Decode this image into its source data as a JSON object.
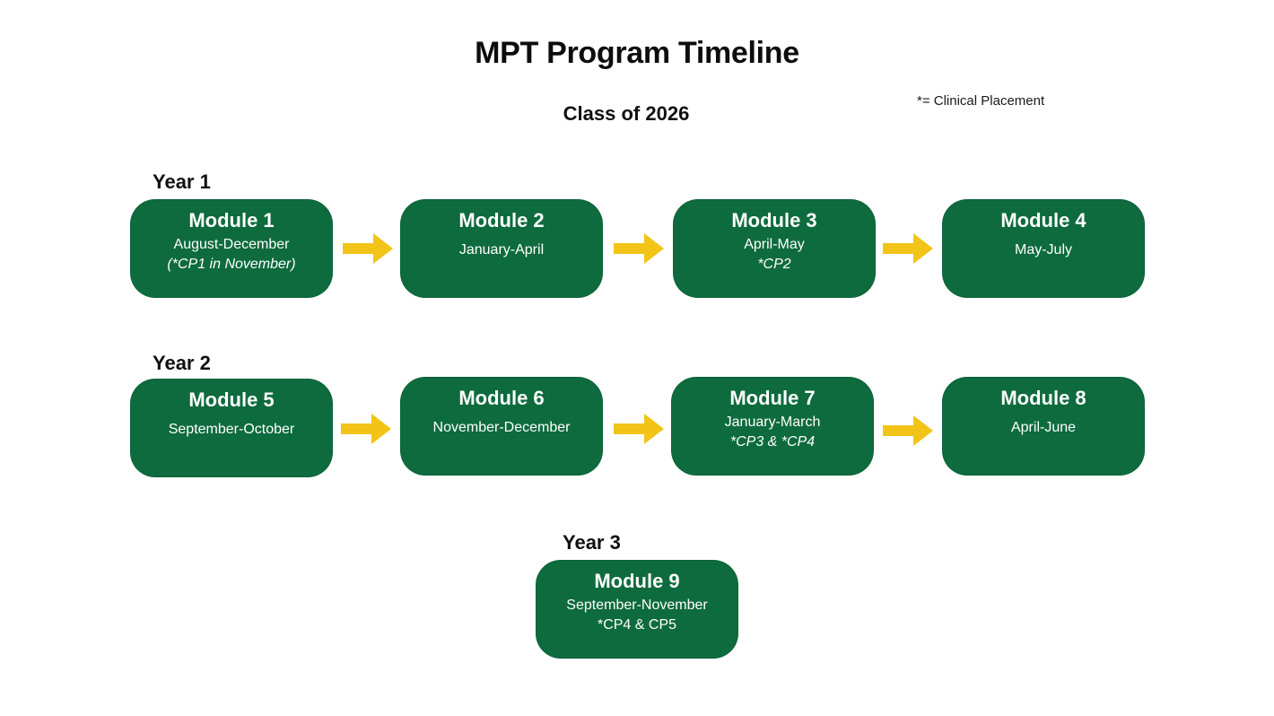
{
  "title": "MPT Program Timeline",
  "subtitle": "Class of 2026",
  "legend": "*= Clinical Placement",
  "colors": {
    "module_bg": "#0e6b3e",
    "arrow": "#f2c418",
    "text_light": "#ffffff"
  },
  "years": [
    {
      "label": "Year 1",
      "modules": [
        {
          "name": "Module 1",
          "dates": "August-December",
          "note": "(*CP1 in November)"
        },
        {
          "name": "Module 2",
          "dates": "January-April",
          "note": ""
        },
        {
          "name": "Module 3",
          "dates": "April-May",
          "note": "*CP2"
        },
        {
          "name": "Module 4",
          "dates": "May-July",
          "note": ""
        }
      ]
    },
    {
      "label": "Year 2",
      "modules": [
        {
          "name": "Module 5",
          "dates": "September-October",
          "note": ""
        },
        {
          "name": "Module 6",
          "dates": "November-December",
          "note": ""
        },
        {
          "name": "Module 7",
          "dates": "January-March",
          "note": "*CP3 & *CP4"
        },
        {
          "name": "Module 8",
          "dates": "April-June",
          "note": ""
        }
      ]
    },
    {
      "label": "Year 3",
      "modules": [
        {
          "name": "Module 9",
          "dates": "September-November",
          "note": "*CP4 & CP5"
        }
      ]
    }
  ]
}
